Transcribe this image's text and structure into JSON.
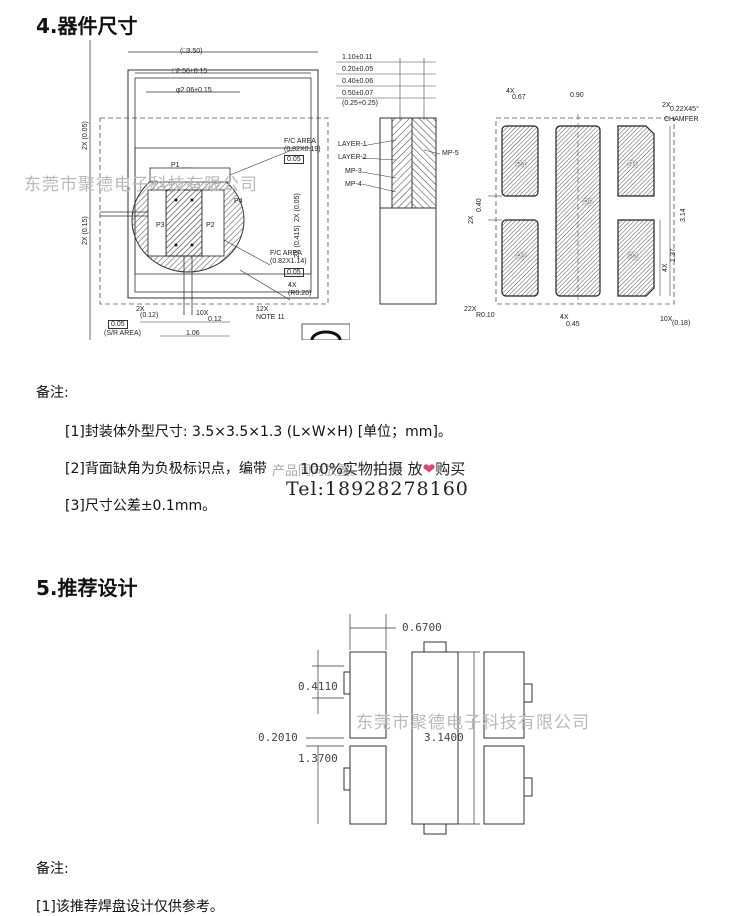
{
  "section4": {
    "title": "4.器件尺寸",
    "note_heading": "备注:",
    "notes": [
      "[1]封装体外型尺寸: 3.5×3.5×1.3 (L×W×H) [单位；mm]。",
      "[2]背面缺角为负极标识点，编带",
      "[3]尺寸公差±0.1mm。"
    ],
    "note2_overlay": "产品同向放置。"
  },
  "watermark": {
    "company": "东莞市聚德电子科技有限公司",
    "banner": "100%实物拍摄  放",
    "banner_tail": "购买",
    "heart": "❤",
    "tel": "Tel:18928278160"
  },
  "drawing_top": {
    "outer_w": "(□3.50)",
    "mid_w": "□2.56±0.15",
    "dia": "φ2.06±0.15",
    "fc_area_1": "F/C AREA",
    "fc_area_1_val": "(0.82X0.19)",
    "flat1": "0.05",
    "fc_area_2": "F/C AREA",
    "fc_area_2_val": "(0.82X1.14)",
    "flat2": "0.05",
    "r_label": "4X",
    "r_val": "(R0.20)",
    "note11_a": "12X",
    "note11_b": "NOTE 11",
    "left_a": "2X (0.05)",
    "left_b": "2X (0.15)",
    "right_a": "2X (0.05)",
    "right_b": "2X (0.415)",
    "bot_2x": "2X",
    "bot_012": "(0.12)",
    "bot_10x": "10X",
    "bot_012b": "0.12",
    "bot_106": "1.06",
    "sr_flat": "0.05",
    "sr_area": "(S/R AREA)",
    "pad_labels": [
      "P1",
      "P2",
      "P3",
      "P4"
    ]
  },
  "drawing_side": {
    "d1": "1.10±0.11",
    "d2": "0.20±0.05",
    "d3": "0.40±0.06",
    "d4": "0.50±0.07",
    "d5": "(0.25+0.25)",
    "layer1": "LAYER-1",
    "layer2": "LAYER-2",
    "mp3": "MP-3",
    "mp4": "MP-4",
    "mp5": "MP-5"
  },
  "drawing_bottom": {
    "top_4x": "4X",
    "top_067": "0.67",
    "top_090": "0.90",
    "chamfer_2x": "2X",
    "chamfer_val": "0.22X45°",
    "chamfer_word": "CHAMFER",
    "left_2x": "2X",
    "left_040": "0.40",
    "right_314": "3.14",
    "right_4x": "4X",
    "right_137": "1.37",
    "bot_22x": "22X",
    "bot_r010": "R0.10",
    "bot_4x": "4X",
    "bot_045": "0.45",
    "bot_10x": "10X",
    "bot_018": "(0.18)",
    "pads": [
      "P4",
      "P1",
      "P5",
      "P3",
      "P2"
    ]
  },
  "section5": {
    "title": "5.推荐设计",
    "dims": {
      "w": "0.6700",
      "h1": "0.4110",
      "gap": "0.2010",
      "h2": "1.3700",
      "tall": "3.1400"
    },
    "note_heading": "备注:",
    "notes": [
      "[1]该推荐焊盘设计仅供参考。"
    ]
  },
  "colors": {
    "heart": "#e8407a",
    "hatch": "#777777",
    "watermark": "#b9b9b9"
  }
}
